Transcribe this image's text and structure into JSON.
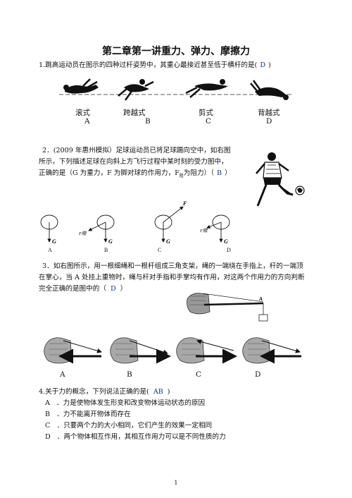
{
  "title": "第二章第一讲重力、弹力、摩擦力",
  "q1": {
    "stem": "1.跳高运动员在图示的四种过杆姿势中，其重心最接近甚至低于横杆的是(",
    "answer": "D",
    "close": ")",
    "styles": [
      {
        "name": "滚式",
        "letter": "A"
      },
      {
        "name": "跨越式",
        "letter": "B"
      },
      {
        "name": "剪式",
        "letter": "C"
      },
      {
        "name": "背越式",
        "letter": "D"
      }
    ]
  },
  "q2": {
    "line1": "2．(2009 年惠州模拟）足球运动员已将足球踢向空中，如右图",
    "line2": "所示，下列描述足球在向斜上方飞行过程中某时刻的受力图中，",
    "line3": "正确的是（G 为重力，F 为脚对球的作用力，F",
    "sub": "阻",
    "line3b": "为阻力）（",
    "answer": "B",
    "close": "）",
    "diagrams": [
      {
        "letter": "A",
        "labels": [
          "G"
        ]
      },
      {
        "letter": "B",
        "labels": [
          "F阻",
          "G"
        ]
      },
      {
        "letter": "C",
        "labels": [
          "F",
          "G"
        ]
      },
      {
        "letter": "D",
        "labels": [
          "F阻",
          "G"
        ]
      }
    ]
  },
  "q3": {
    "line1": "3．如右图所示，用一根细绳和一根杆组成三角支架，绳的一端绕在手指上，杆的一端顶",
    "line2": "在掌心，当 A 处挂上重物时，绳与杆对手指和手掌均有作用，对这两个作用力的方向判断",
    "line3": "完全正确的是图中的（",
    "answer": "D",
    "close": "）",
    "point_label": "A",
    "options": [
      "A",
      "B",
      "C",
      "D"
    ]
  },
  "q4": {
    "stem": "4.关于力的概念，下列说法正确的是(",
    "answer": "AB",
    "close": ")",
    "options": [
      {
        "letter": "A",
        "text": "．力是使物体发生形变和改变物体运动状态的原因"
      },
      {
        "letter": "B",
        "text": "．力不能离开物体而存在"
      },
      {
        "letter": "C",
        "text": "．只要两个力的大小相同，它们产生的效果一定相同"
      },
      {
        "letter": "D",
        "text": "．两个物体相互作用，其相互作用力可以是不同性质的力"
      }
    ]
  },
  "page_number": "1"
}
